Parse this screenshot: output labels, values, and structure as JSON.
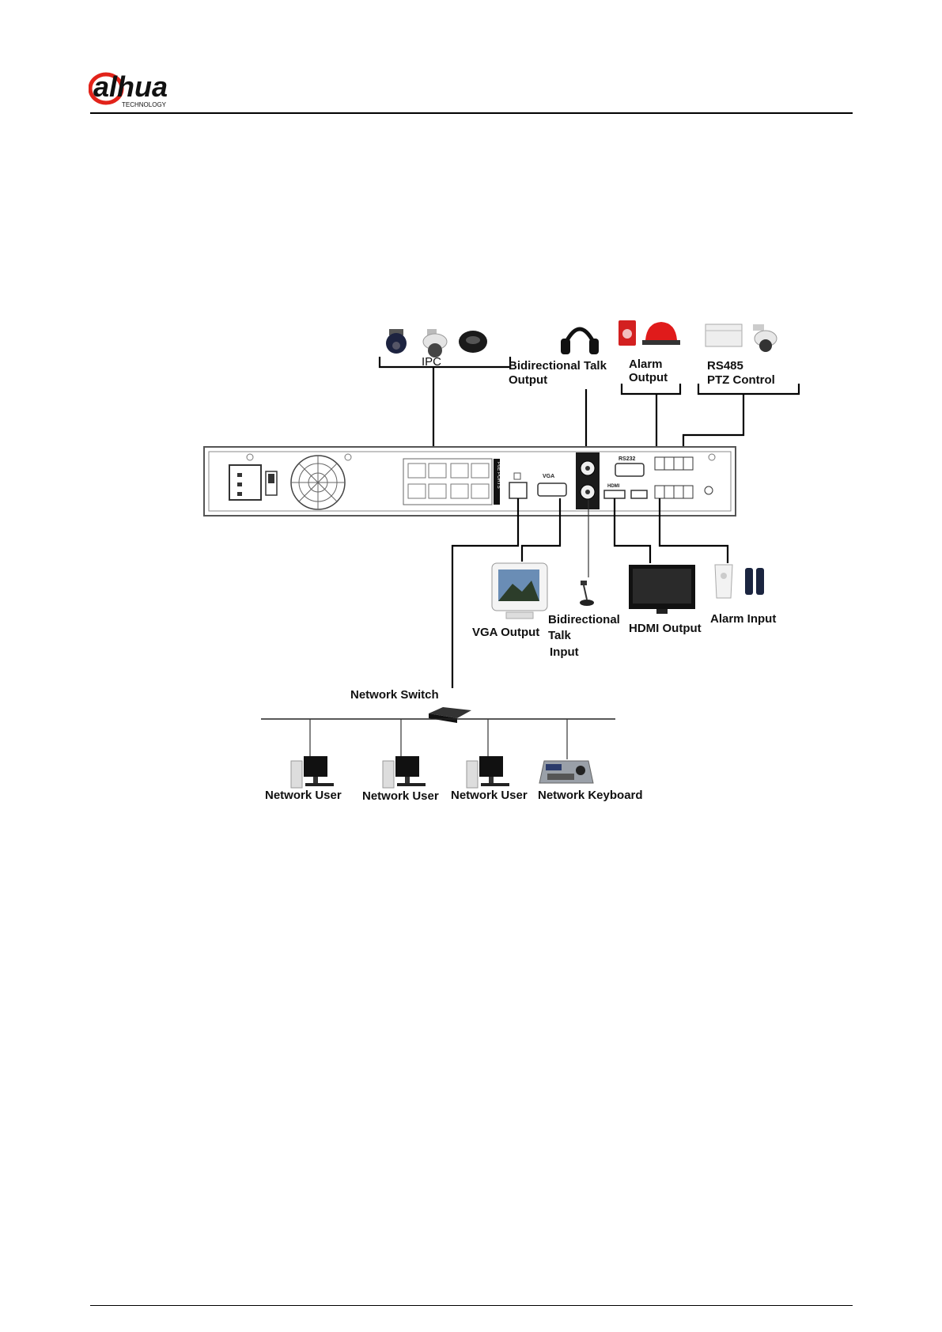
{
  "header": {
    "logo_text": "alhua",
    "logo_subtext": "TECHNOLOGY"
  },
  "diagram": {
    "labels": {
      "ipc": "IPC",
      "bidirectional_talk_output_line1": "Bidirectional Talk",
      "bidirectional_talk_output_line2": "Output",
      "alarm_output_line1": "Alarm",
      "alarm_output_line2": "Output",
      "rs485_line1": "RS485",
      "rs485_line2": "PTZ Control",
      "vga_output": "VGA Output",
      "bidirectional_talk_input_line1": "Bidirectional",
      "bidirectional_talk_input_line2": "Talk",
      "bidirectional_talk_input_line3": "Input",
      "hdmi_output": "HDMI Output",
      "alarm_input": "Alarm Input",
      "network_switch": "Network Switch",
      "network_user_1": "Network User",
      "network_user_2": "Network User",
      "network_user_3": "Network User",
      "network_keyboard": "Network Keyboard"
    },
    "panel_labels": {
      "vga_port": "VGA",
      "rs232_port": "RS232",
      "hdmi_port": "HDMI",
      "poe_ports": "PoE PORTS"
    }
  }
}
